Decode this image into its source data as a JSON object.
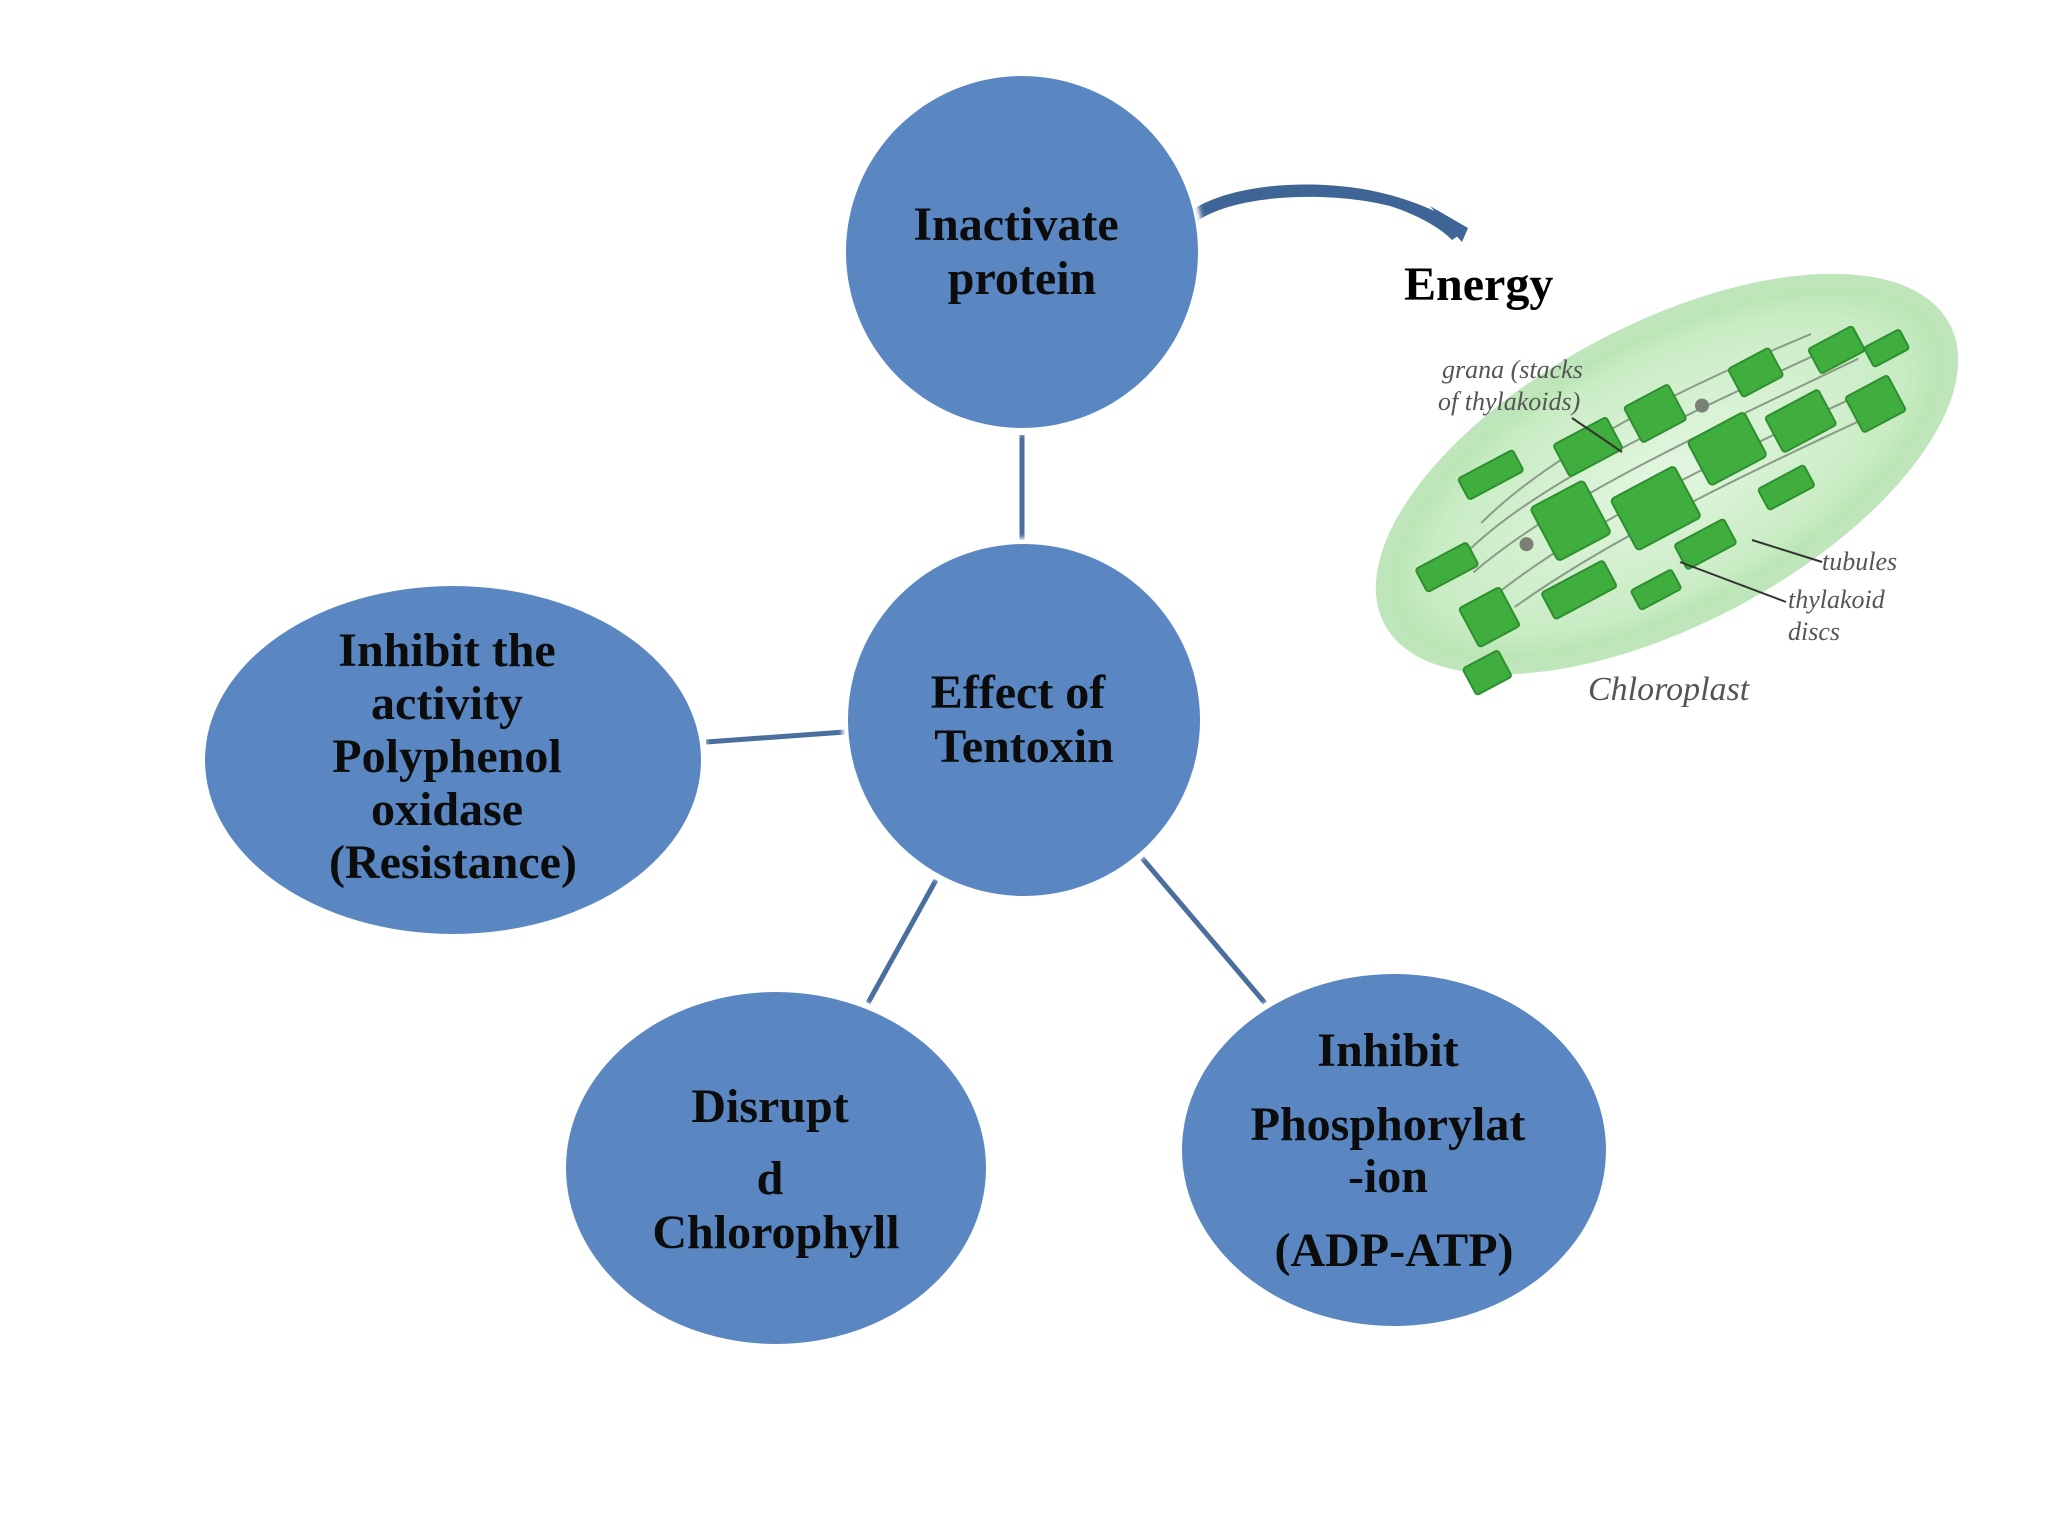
{
  "center": {
    "lines": [
      "Effect of",
      "Tentoxin"
    ]
  },
  "nodes": [
    {
      "id": "inactivate-protein",
      "lines": [
        "Inactivate",
        "protein"
      ]
    },
    {
      "id": "inhibit-polyphenol-oxidase",
      "lines": [
        "Inhibit the",
        "activity",
        "Polyphenol",
        "oxidase",
        "(Resistance)"
      ]
    },
    {
      "id": "disrupted-chlorophyll",
      "lines": [
        "Disrupt",
        "d",
        "Chlorophyll"
      ]
    },
    {
      "id": "inhibit-phosphorylation",
      "lines": [
        "Inhibit",
        "Phosphorylat",
        "-ion",
        "(ADP-ATP)"
      ]
    }
  ],
  "energy_label": "Energy",
  "chloroplast": {
    "caption": "Chloroplast",
    "annotations": {
      "grana_line1": "grana (stacks",
      "grana_line2": "of thylakoids)",
      "tubules": "tubules",
      "thylakoid_line1": "thylakoid",
      "thylakoid_line2": "discs"
    }
  },
  "colors": {
    "node_fill": "#5a87c2",
    "node_border": "#ffffff",
    "connector": "#4a6e9e",
    "arrow": "#3f6596",
    "chloroplast_outer": "#b4e2b0",
    "chloroplast_inner": "#d9f2d5",
    "grana": "#3fae3f"
  }
}
